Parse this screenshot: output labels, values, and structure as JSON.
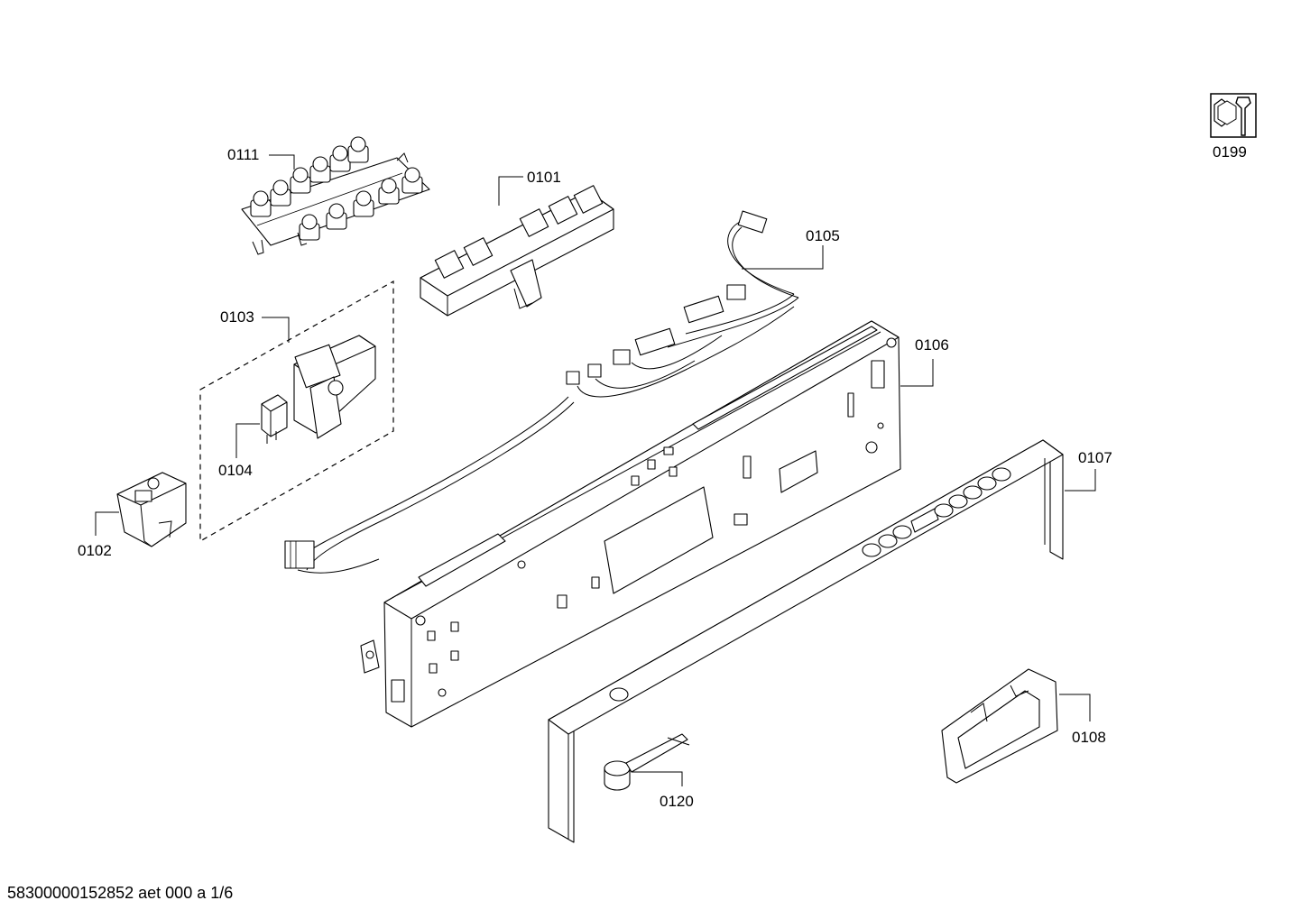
{
  "labels": {
    "p0111": "0111",
    "p0101": "0101",
    "p0105": "0105",
    "p0103": "0103",
    "p0106": "0106",
    "p0104": "0104",
    "p0107": "0107",
    "p0102": "0102",
    "p0108": "0108",
    "p0120": "0120",
    "p0199": "0199"
  },
  "icons": {
    "tools": "wrench-hexnut-icon"
  },
  "footer": {
    "text": "58300000152852 aet 000 a 1/6"
  }
}
